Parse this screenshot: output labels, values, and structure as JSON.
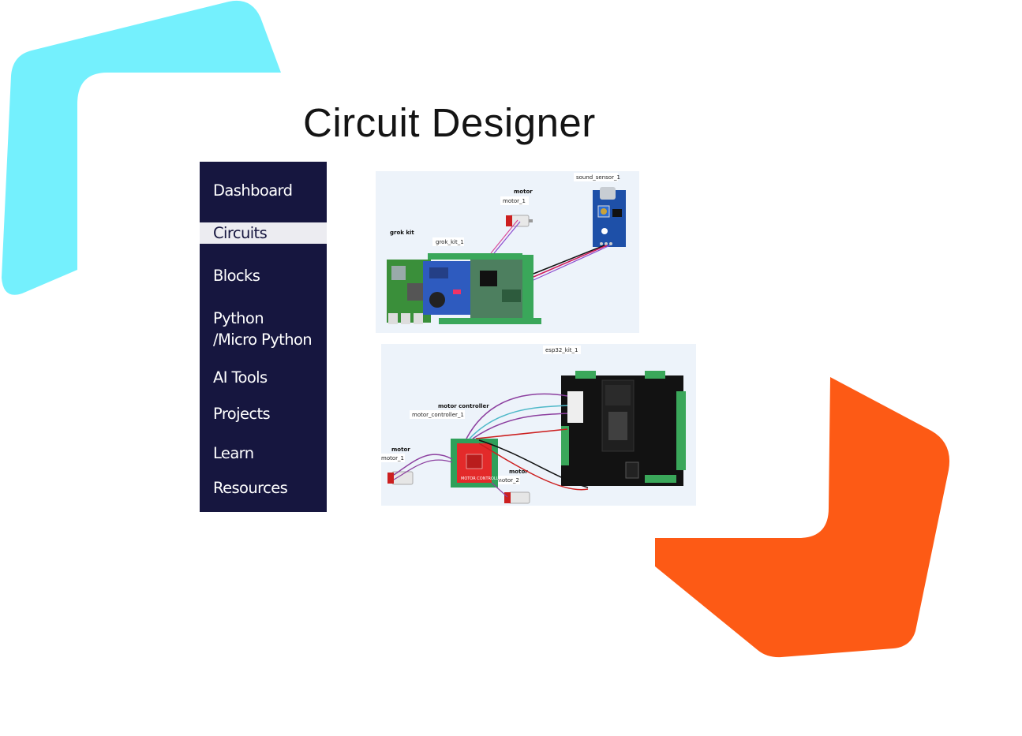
{
  "page": {
    "title": "Circuit Designer"
  },
  "sidebar": {
    "items": [
      {
        "label": "Dashboard",
        "active": false
      },
      {
        "label": "Circuits",
        "active": true
      },
      {
        "label": "Blocks",
        "active": false
      },
      {
        "label": "Python\n/Micro Python",
        "active": false
      },
      {
        "label": "AI Tools",
        "active": false
      },
      {
        "label": "Projects",
        "active": false
      },
      {
        "label": "Learn",
        "active": false
      },
      {
        "label": "Resources",
        "active": false
      }
    ]
  },
  "circuit_top": {
    "kit_label": "grok kit",
    "kit_name": "grok_kit_1",
    "motor_title": "motor",
    "motor_name": "motor_1",
    "sensor_name": "sound_sensor_1"
  },
  "circuit_bottom": {
    "kit_name": "esp32_kit_1",
    "controller_title": "motor controller",
    "controller_name": "motor_controller_1",
    "motor_a_title": "motor",
    "motor_a_name": "motor_1",
    "motor_b_title": "motor",
    "motor_b_name": "motor_2"
  },
  "colors": {
    "cyan_shape": "#74f0fd",
    "orange_shape": "#fd5a15",
    "sidebar_bg": "#16163f",
    "active_bg": "#ececf1",
    "panel_bg": "#edf3fa"
  }
}
